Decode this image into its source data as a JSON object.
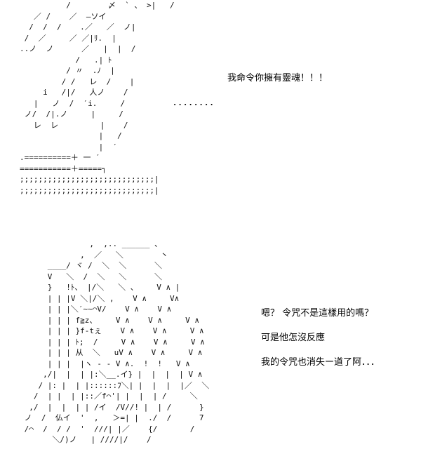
{
  "panel_top": {
    "art": "          /        〆  ` 、 >|   /\n   ／ /    ／  ―ソイ\n  /  /  /    .／   ／  ノ|\n /  ／     ／ ／|ﾘ.  |\n..ノ  ノ      ／   |  |  /\n            /   .| ﾄ\n          / 〃  .ﾉ  |\n         / /   レ  /    |\n     i   /|/   人ノ    /\n   |   ノ  /  ′i.     /\n ノ/  /|.ノ     |     /\n   レ  レ         |    /\n                 |   /\n                 |  ′\n.==========＋ 一 ′\n===========＋=====┐\n;;;;;;;;;;;;;;;;;;;;;;;;;;;;;|\n;;;;;;;;;;;;;;;;;;;;;;;;;;;;;|",
    "line1": "我命令你擁有靈魂！！！",
    "line2": "．．．．．．．．"
  },
  "panel_bottom": {
    "art": "               ,  ,.. ______ 、\n             ,  ／   ＼        丶\n      ____/ ヾ /  ＼  ＼      ＼\n      V   ＼  /  ＼   ＼      ＼\n      }   !ﾄ、 |/＼   ＼ 、    V ∧ |\n      | | |V ＼|/＼ ,    V ∧     V∧\n      | | |＼′~~⌒V/    V ∧    V ∧\n      | | | f≧z、    V ∧    V ∧     V ∧\n      | | | }f-tぇ    V ∧    V ∧     V ∧\n      | | | ﾄ;  /     V ∧    V ∧     V ∧\n      | | | 从  ＼   uV ∧    V ∧     V ∧\n      | | |  |ヽ - - V ∧.  !  !   V ∧\n     ,/|  |  | |:＼__.イ} |  |  |  | V ∧\n    / |: |  | |::::::ﾌ＼| |  |  |  |／  ＼\n   /  | |  | |::／f⌒'| |  |  | /     ＼\n  ,/  |  |  | | /イ  /V//! |  | /      }\n ノ  /  仏イ  '  ,   ＞=| |  ./  /      ̄7\n /⌒  /  / /  '  ///| |／    {/       /\n       ＼/)ノ   | ////|/    /",
    "line1": "嗯？ 令咒不是這樣用的嗎？",
    "line2": "可是他怎沒反應",
    "line3": "我的令咒也消失ー道了阿．．．"
  }
}
